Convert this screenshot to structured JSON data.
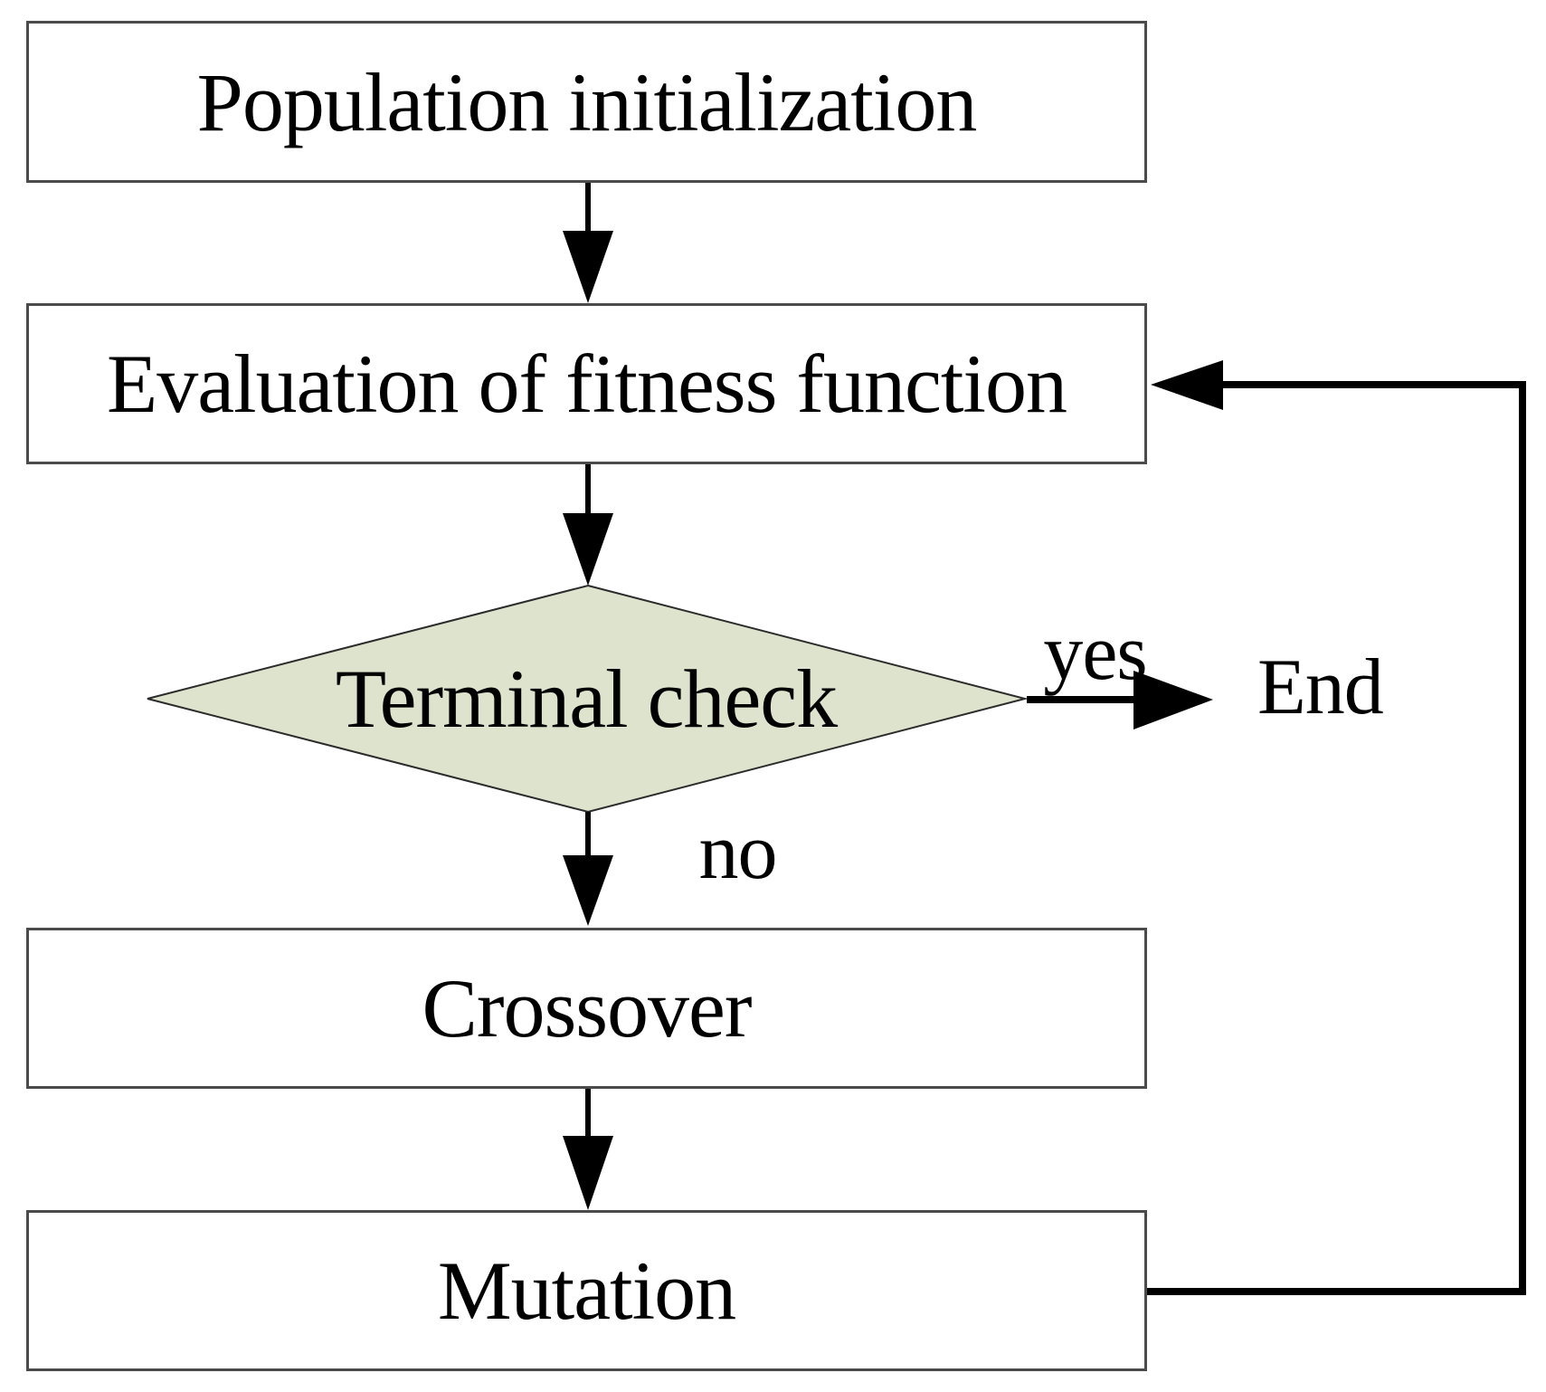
{
  "figure": {
    "type": "flowchart",
    "description": "Genetic algorithm flow diagram"
  },
  "nodes": {
    "population": {
      "label": "Population initialization",
      "shape": "rect"
    },
    "evaluation": {
      "label": "Evaluation of fitness function",
      "shape": "rect"
    },
    "terminal": {
      "label": "Terminal check",
      "shape": "diamond"
    },
    "crossover": {
      "label": "Crossover",
      "shape": "rect"
    },
    "mutation": {
      "label": "Mutation",
      "shape": "rect"
    },
    "end": {
      "label": "End",
      "shape": "text"
    }
  },
  "edges": {
    "yes_label": "yes",
    "no_label": "no"
  },
  "colors": {
    "background": "#ffffff",
    "box_fill": "#ffffff",
    "box_border": "#4b4b4b",
    "diamond_fill": "#dde3cc",
    "diamond_border": "#2b2b2b",
    "line": "#000000",
    "text": "#000000"
  }
}
